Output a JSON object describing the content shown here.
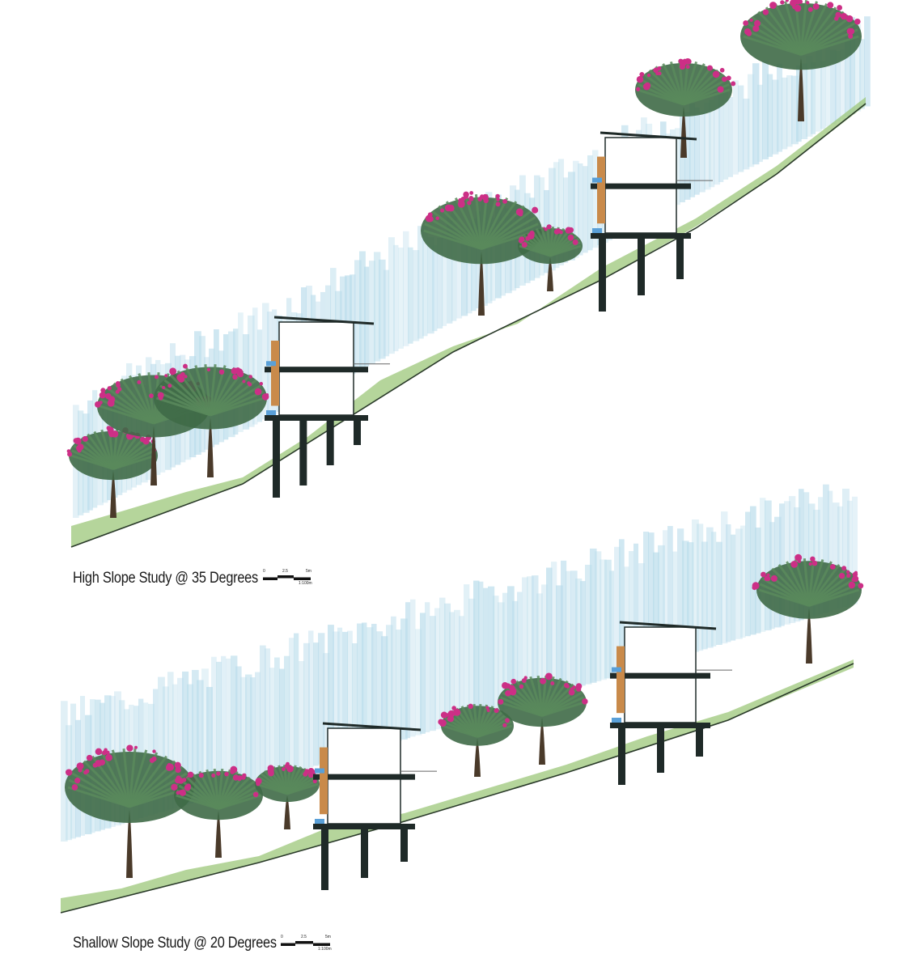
{
  "studies": [
    {
      "caption": "High Slope Study @ 35 Degrees",
      "scale": {
        "ticks": [
          "0",
          "2.5",
          "5m"
        ],
        "ratio": "1:100m"
      }
    },
    {
      "caption": "Shallow Slope Study @ 20 Degrees",
      "scale": {
        "ticks": [
          "0",
          "2.5",
          "5m"
        ],
        "ratio": "1:100m"
      }
    }
  ],
  "colors": {
    "sky": "#b9dceb",
    "foliage": "#5a8a5c",
    "foliage_dark": "#3f6a47",
    "blossom": "#cc2f86",
    "ground": "#9cc77a",
    "structure": "#1f2a28",
    "timber": "#c98a4a",
    "water": "#5aa0d8"
  }
}
